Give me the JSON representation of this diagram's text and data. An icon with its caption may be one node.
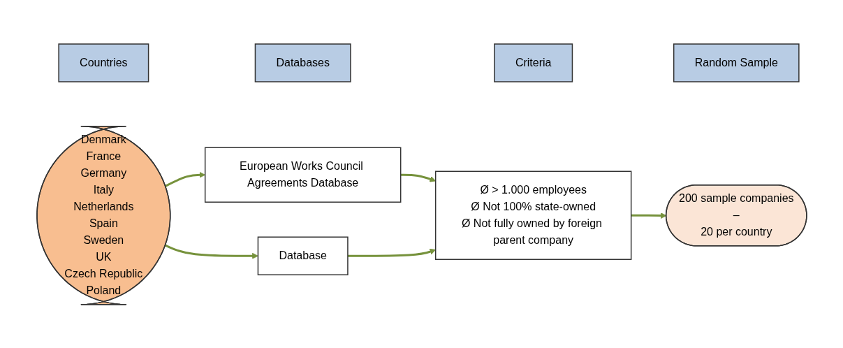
{
  "diagram": {
    "nodes": [
      {
        "text": [
          "Countries"
        ]
      },
      {
        "text": [
          "Databases"
        ]
      },
      {
        "text": [
          "Criteria"
        ]
      },
      {
        "text": [
          "Random Sample"
        ]
      },
      {
        "text": [
          "Denmark",
          "France",
          "Germany",
          "Italy",
          "Netherlands",
          "Spain",
          "Sweden",
          "UK",
          "Czech Republic",
          "Poland"
        ]
      },
      {
        "text": [
          "European Works Council Agreements Database"
        ]
      },
      {
        "text": [
          "Database"
        ]
      },
      {
        "text": [
          "Ø > 1.000 employees",
          "Ø Not 100% state-owned",
          "Ø Not fully owned by foreign parent company"
        ]
      },
      {
        "text": [
          "200 sample companies",
          "–",
          "20 per country"
        ]
      }
    ],
    "edges": [
      {
        "from": 4,
        "to": 5,
        "arrow": "to"
      },
      {
        "from": 4,
        "to": 6,
        "arrow": "to"
      },
      {
        "from": 5,
        "to": 7,
        "arrow": "to"
      },
      {
        "from": 6,
        "to": 7,
        "arrow": "to"
      },
      {
        "from": 7,
        "to": 8,
        "arrow": "to"
      }
    ]
  }
}
